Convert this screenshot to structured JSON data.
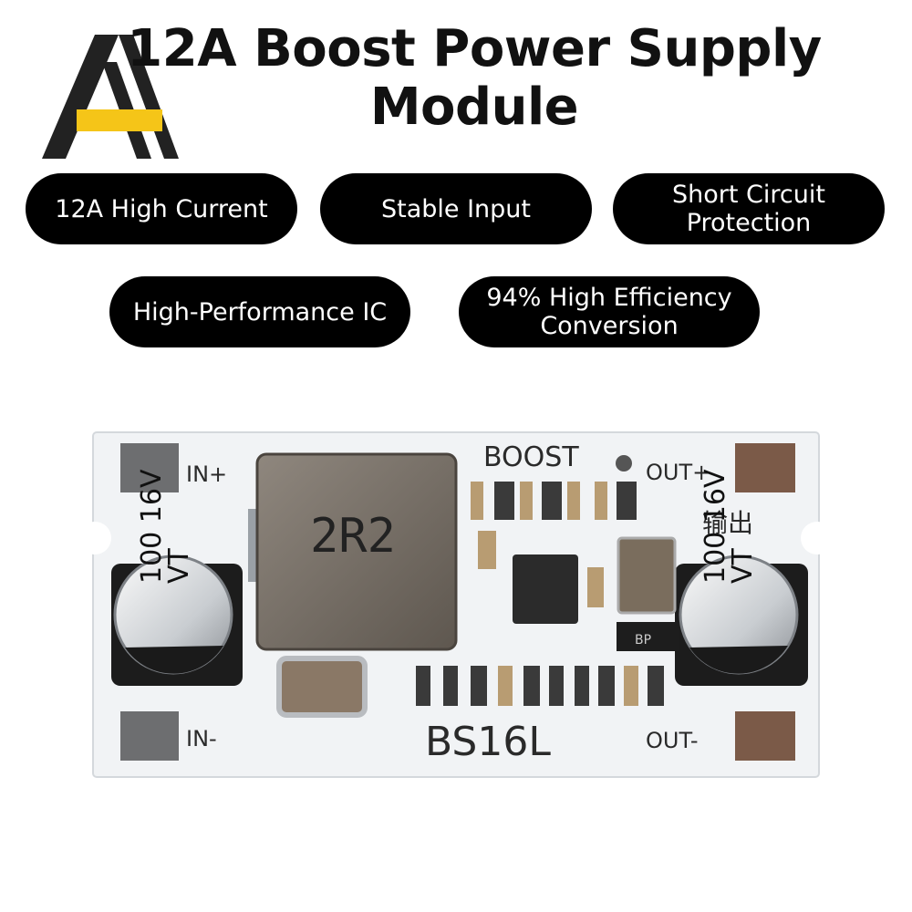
{
  "title_line1": "12A Boost Power Supply",
  "title_line2": "Module",
  "features": [
    "12A High Current",
    "Stable Input",
    "Short Circuit Protection",
    "High-Performance IC",
    "94% High Efficiency Conversion"
  ],
  "board": {
    "in_plus": "IN+",
    "in_minus": "IN-",
    "boost": "BOOST",
    "out_plus": "OUT+",
    "out_minus": "OUT-",
    "out_chinese": "输出",
    "model": "BS16L",
    "inductor_code": "2R2",
    "cap_left": [
      "100",
      "16V",
      "VT"
    ],
    "cap_right": [
      "100",
      "16V",
      "VT"
    ],
    "diode_marking": "BP"
  },
  "colors": {
    "pill_bg": "#000000",
    "logo_yellow": "#f5c518",
    "board": "#f2f4f6"
  }
}
